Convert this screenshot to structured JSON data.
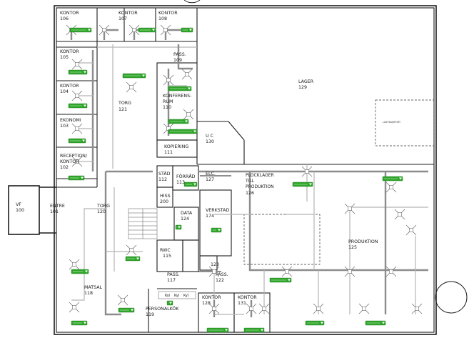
{
  "rooms": [
    {
      "key": "kontor106",
      "label": "KONTOR",
      "number": "106"
    },
    {
      "key": "kontor107",
      "label": "KONTOR",
      "number": "107"
    },
    {
      "key": "kontor108",
      "label": "KONTOR",
      "number": "108"
    },
    {
      "key": "pass109",
      "label": "PASS.",
      "number": "109"
    },
    {
      "key": "kontor105",
      "label": "KONTOR",
      "number": "105"
    },
    {
      "key": "kontor104",
      "label": "KONTOR",
      "number": "104"
    },
    {
      "key": "ekonomi103",
      "label": "EKONOMI",
      "number": "103"
    },
    {
      "key": "reception102",
      "label": "RECEPTION/ KONTOR",
      "number": "102"
    },
    {
      "key": "torg121",
      "label": "TORG",
      "number": "121"
    },
    {
      "key": "konferens110",
      "label": "KONFERENS- RUM",
      "number": "110"
    },
    {
      "key": "lager129",
      "label": "LAGER",
      "number": "129"
    },
    {
      "key": "uc130",
      "label": "U C",
      "number": "130"
    },
    {
      "key": "kopiering111",
      "label": "KOPIERING",
      "number": "111"
    },
    {
      "key": "stad112",
      "label": "STÄD",
      "number": "112"
    },
    {
      "key": "forrad113",
      "label": "FÖRRÅD",
      "number": "113"
    },
    {
      "key": "elc127",
      "label": "ELC.",
      "number": "127"
    },
    {
      "key": "plock126",
      "label": "PLOCKLAGER TILL PRODUKTION",
      "number": "126"
    },
    {
      "key": "vf100",
      "label": "VF",
      "number": "100"
    },
    {
      "key": "entre101",
      "label": "ENTRE",
      "number": "101"
    },
    {
      "key": "torg120",
      "label": "TORG",
      "number": "120"
    },
    {
      "key": "hiss200",
      "label": "HISS",
      "number": "200"
    },
    {
      "key": "data124",
      "label": "DATA",
      "number": "124"
    },
    {
      "key": "verkstad174",
      "label": "VERKSTAD",
      "number": "174"
    },
    {
      "key": "produktion125",
      "label": "PRODUKTION",
      "number": "125"
    },
    {
      "key": "rwc115",
      "label": "RWC",
      "number": "115"
    },
    {
      "key": "pass117",
      "label": "PASS.",
      "number": "117"
    },
    {
      "key": "rum123",
      "label": "",
      "number": "123"
    },
    {
      "key": "pass122",
      "label": "PASS.",
      "number": "122"
    },
    {
      "key": "matsal118",
      "label": "MATSAL",
      "number": "118"
    },
    {
      "key": "personalkok119",
      "label": "PERSONALKÖK",
      "number": "119"
    },
    {
      "key": "kontor128",
      "label": "KONTOR",
      "number": "128"
    },
    {
      "key": "kontor131",
      "label": "KONTOR",
      "number": "131"
    }
  ],
  "annotations": {
    "lastkajsport": "LASTKAJSPORT",
    "kyl_labels": [
      "Kyl",
      "Kyl",
      "Kyl"
    ]
  },
  "colors": {
    "wall": "#1d1d1d",
    "duct": "#8c8c8c",
    "valve_tag": "#2fa52a",
    "background": "#ffffff"
  }
}
